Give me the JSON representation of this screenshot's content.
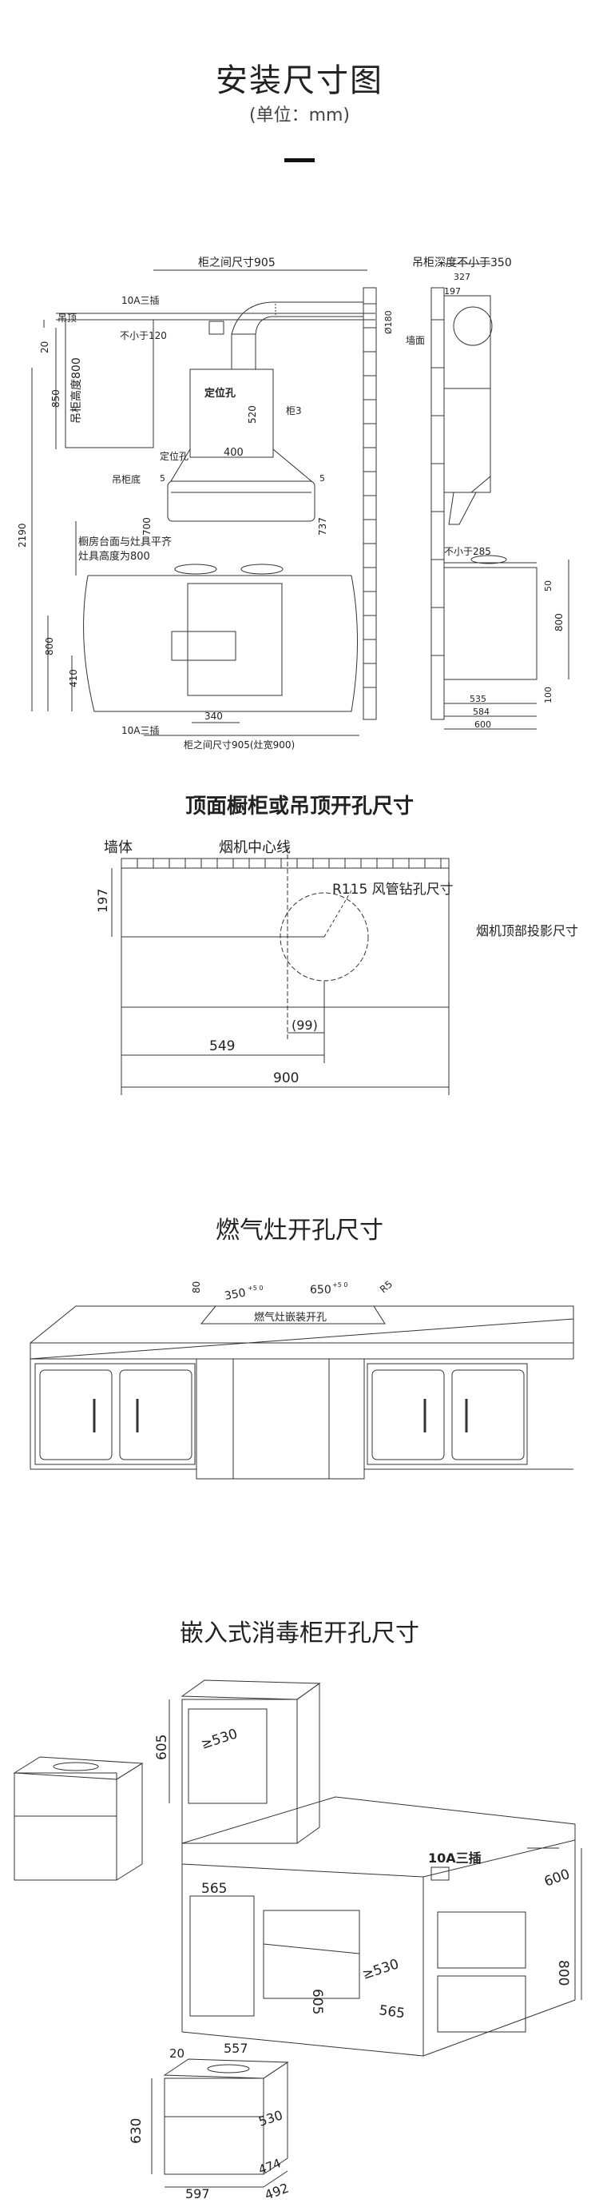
{
  "header": {
    "title": "安装尺寸图",
    "unit": "(单位：mm)"
  },
  "diagram1": {
    "labels": {
      "cabinet_between": "柜之间尺寸905",
      "hang_depth": "吊柜深度不小于350",
      "ceiling": "吊顶",
      "socket_top": "10A三插",
      "min120": "不小于120",
      "hang_height": "吊柜高度800",
      "locate_hole1": "定位孔",
      "locate_hole2": "定位孔",
      "cabinet3": "柜3",
      "hang_bottom": "吊柜底",
      "counter_note1": "橱房台面与灶具平齐",
      "counter_note2": "灶具高度为800",
      "socket_bottom": "10A三插",
      "cabinet_between2": "柜之间尺寸905(灶宽900)",
      "wall": "墙面",
      "min285": "不小于285"
    },
    "dims": {
      "d20": "20",
      "d850": "850",
      "d2190": "2190",
      "d520": "520",
      "d400": "400",
      "d5a": "5",
      "d5b": "5",
      "d700": "700",
      "d737": "737",
      "d800": "800",
      "d410": "410",
      "d340": "340",
      "d327": "327",
      "d197": "197",
      "d180": "Ø180",
      "d50": "50",
      "d800r": "800",
      "d100": "100",
      "d535": "535",
      "d584": "584",
      "d600": "600"
    }
  },
  "section2": {
    "title": "顶面橱柜或吊顶开孔尺寸",
    "wall": "墙体",
    "centerline": "烟机中心线",
    "drill": "R115 风管钻孔尺寸",
    "projection": "烟机顶部投影尺寸",
    "d197": "197",
    "d99": "(99)",
    "d549": "549",
    "d900": "900"
  },
  "section3": {
    "title": "燃气灶开孔尺寸",
    "d80": "80",
    "d350": "350",
    "d350tol": "+5 0",
    "d650": "650",
    "d650tol": "+5 0",
    "r5": "R5",
    "cutout": "燃气灶嵌装开孔"
  },
  "section4": {
    "title": "嵌入式消毒柜开孔尺寸",
    "d605a": "605",
    "d530a": "≥530",
    "d565a": "565",
    "socket": "10A三插",
    "d600": "600",
    "d800": "800",
    "d605b": "605",
    "d530b": "≥530",
    "d565b": "565",
    "d20": "20",
    "d557": "557",
    "d630": "630",
    "d530c": "530",
    "d474": "474",
    "d597": "597",
    "d492": "492"
  }
}
